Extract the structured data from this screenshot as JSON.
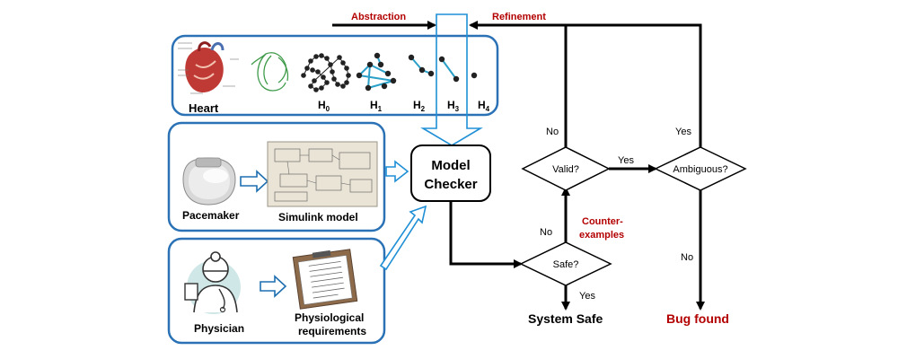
{
  "top": {
    "abstraction": "Abstraction",
    "refinement": "Refinement"
  },
  "heart_panel": {
    "label": "Heart",
    "models": [
      {
        "base": "H",
        "sub": "0"
      },
      {
        "base": "H",
        "sub": "1"
      },
      {
        "base": "H",
        "sub": "2"
      },
      {
        "base": "H",
        "sub": "3"
      },
      {
        "base": "H",
        "sub": "4"
      }
    ]
  },
  "pacemaker_panel": {
    "device_label": "Pacemaker",
    "model_label": "Simulink model"
  },
  "physician_panel": {
    "person_label": "Physician",
    "req_label_line1": "Physiological",
    "req_label_line2": "requirements"
  },
  "checker": {
    "line1": "Model",
    "line2": "Checker"
  },
  "flow": {
    "safe": "Safe?",
    "valid": "Valid?",
    "ambiguous": "Ambiguous?",
    "yes": "Yes",
    "no": "No",
    "counter_line1": "Counter-",
    "counter_line2": "examples",
    "system_safe": "System Safe",
    "bug_found": "Bug found"
  },
  "colors": {
    "panel_border": "#2a72b5",
    "arrow_outline": "#1f8fd6",
    "accent_red": "#b30000"
  }
}
